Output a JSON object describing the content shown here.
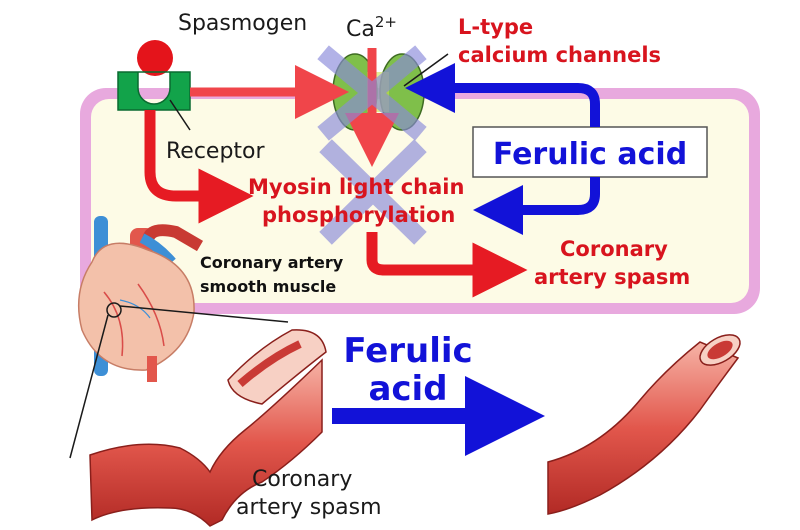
{
  "labels": {
    "spasmogen": "Spasmogen",
    "calcium_base": "Ca",
    "calcium_sup": "2+",
    "ltype_line1": "L-type",
    "ltype_line2": "calcium channels",
    "receptor": "Receptor",
    "ferulic_box": "Ferulic acid",
    "mlc_line1": "Myosin light chain",
    "mlc_line2": "phosphorylation",
    "smooth_line1": "Coronary artery",
    "smooth_line2": "smooth muscle",
    "spasm_red_line1": "Coronary",
    "spasm_red_line2": "artery spasm",
    "ferulic_big_line1": "Ferulic",
    "ferulic_big_line2": "acid",
    "spasm_black_line1": "Coronary",
    "spasm_black_line2": "artery spasm"
  },
  "colors": {
    "red_arrow": "#f0454a",
    "deep_red_arrow": "#e61b23",
    "blue_arrow": "#1212d8",
    "cell_border": "#e8a9de",
    "cell_fill": "#fdfbe6",
    "receptor": "#12a34a",
    "spasmogen": "#e4141b",
    "channel": "#7fbf4a",
    "inhibit_cross": "#8a8adb"
  },
  "icons": [
    "spasmogen-ball-icon",
    "receptor-icon",
    "calcium-channel-icon",
    "inhibition-cross-icon",
    "heart-icon",
    "artery-icon"
  ]
}
